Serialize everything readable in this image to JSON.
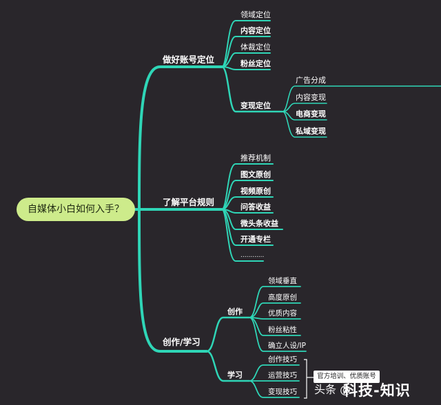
{
  "colors": {
    "background": "#29262b",
    "branch": "#2fd6b7",
    "root_fill": "#cdeb8b",
    "text": "#ffffff"
  },
  "root": "自媒体小白如何入手？",
  "branches": [
    {
      "label": "做好账号定位",
      "children": [
        "领域定位",
        "内容定位",
        "体裁定位",
        "粉丝定位",
        "变现定位"
      ],
      "sub": {
        "parent": "变现定位",
        "children": [
          "广告分成",
          "内容变现",
          "电商变现",
          "私域变现"
        ]
      }
    },
    {
      "label": "了解平台规则",
      "children": [
        "推荐机制",
        "图文原创",
        "视频原创",
        "问答收益",
        "微头条收益",
        "开通专栏",
        "............"
      ]
    },
    {
      "label": "创作/学习",
      "groups": [
        {
          "label": "创作",
          "children": [
            "领域垂直",
            "高度原创",
            "优质内容",
            "粉丝粘性",
            "确立人设/IP"
          ]
        },
        {
          "label": "学习",
          "children": [
            "创作技巧",
            "运营技巧",
            "变现技巧"
          ]
        }
      ]
    }
  ],
  "note": "官方培训、优质账号",
  "watermark": {
    "prefix": "头条 @",
    "brand": "科技-知识"
  }
}
